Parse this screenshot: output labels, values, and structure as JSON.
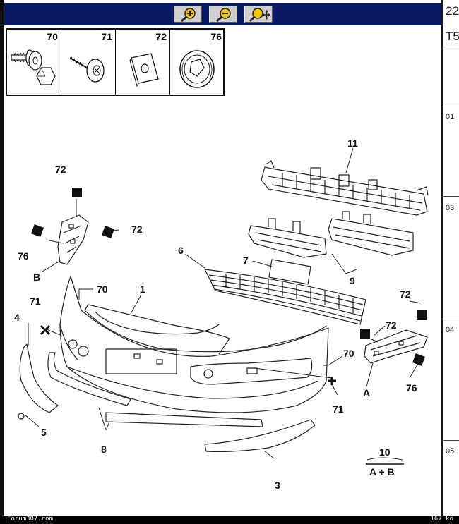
{
  "toolbar": {
    "buttons": [
      {
        "name": "zoom-in-icon"
      },
      {
        "name": "zoom-out-icon"
      },
      {
        "name": "zoom-pan-icon"
      }
    ],
    "colors": {
      "bar": "#0a1a66",
      "button": "#cfcfcf",
      "lens": "#f2c500"
    }
  },
  "side_panel": {
    "top_text": "22",
    "second_text": "T5",
    "rows": [
      "01",
      "03",
      "04",
      "05"
    ]
  },
  "parts_table": [
    {
      "num": "70",
      "icon": "flange-bolt-with-washer-icon"
    },
    {
      "num": "71",
      "icon": "screw-icon"
    },
    {
      "num": "72",
      "icon": "square-clip-nut-icon"
    },
    {
      "num": "76",
      "icon": "grommet-icon"
    }
  ],
  "callouts": {
    "c1": "1",
    "c3": "3",
    "c4": "4",
    "c5": "5",
    "c6": "6",
    "c7": "7",
    "c8": "8",
    "c9": "9",
    "c11": "11",
    "c70a": "70",
    "c70b": "70",
    "c71a": "71",
    "c71b": "71",
    "c72a": "72",
    "c72b": "72",
    "c72c": "72",
    "c72d": "72",
    "c76a": "76",
    "c76b": "76",
    "cA": "A",
    "cB": "B",
    "c10": "10",
    "c10sub": "A + B"
  },
  "footer": {
    "left": "Forum307.com",
    "right": "167 ko"
  }
}
